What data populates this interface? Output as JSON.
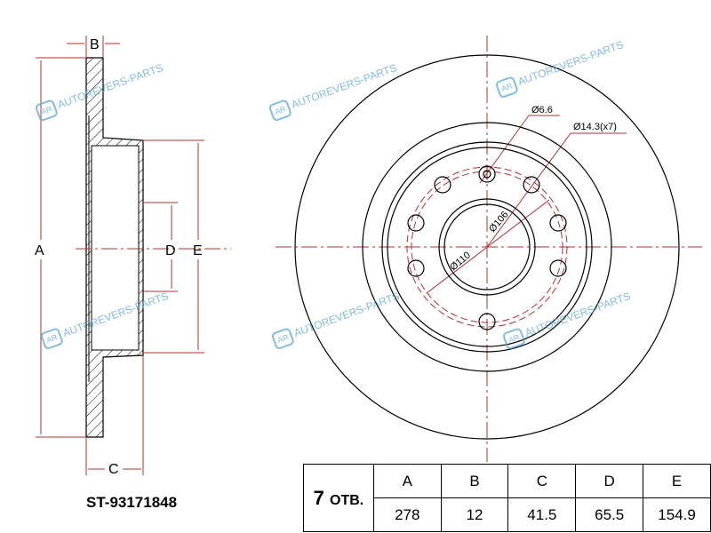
{
  "drawing": {
    "side_view_labels": {
      "a": "A",
      "b": "B",
      "c": "C",
      "d": "D",
      "e": "E"
    },
    "front_view_annotations": {
      "small_hole": "Ø6.6",
      "bolt_holes": "Ø14.3(x7)",
      "pcd_inner": "Ø106",
      "pcd_outer": "Ø110"
    },
    "part_number": "ST-93171848",
    "watermark": "AUTOREVERS-PARTS",
    "watermark_logo": "AR"
  },
  "spec_table": {
    "holes_count": "7",
    "holes_label": "ОТВ.",
    "headers": [
      "A",
      "B",
      "C",
      "D",
      "E"
    ],
    "values": [
      "278",
      "12",
      "41.5",
      "65.5",
      "154.9"
    ]
  },
  "colors": {
    "dimension": "#b03030",
    "outline": "#000000",
    "watermark": "#5aa6d6"
  }
}
